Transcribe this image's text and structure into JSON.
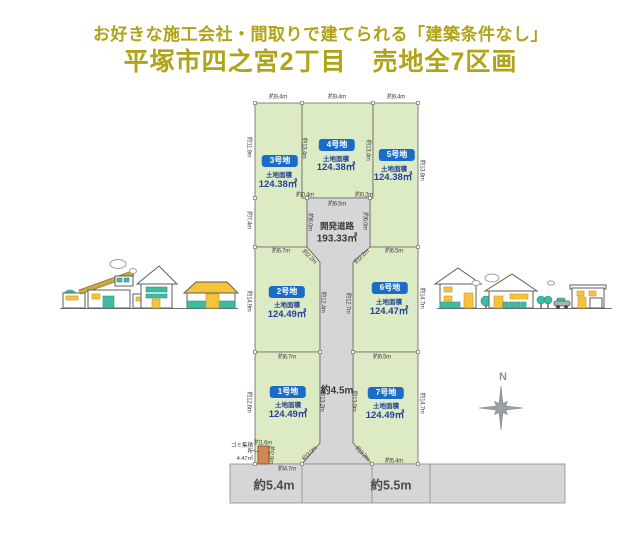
{
  "header": {
    "subtitle": "お好きな施工会社・間取りで建てられる「建築条件なし」",
    "title": "平塚市四之宮2丁目　売地全7区画",
    "accent_color": "#b1a317"
  },
  "plan": {
    "plots": [
      {
        "no": "1号地",
        "area_caption": "土地面積",
        "area": "124.49㎡"
      },
      {
        "no": "2号地",
        "area_caption": "土地面積",
        "area": "124.49㎡"
      },
      {
        "no": "3号地",
        "area_caption": "土地面積",
        "area": "124.38㎡"
      },
      {
        "no": "4号地",
        "area_caption": "土地面積",
        "area": "124.38㎡"
      },
      {
        "no": "5号地",
        "area_caption": "土地面積",
        "area": "124.38㎡"
      },
      {
        "no": "6号地",
        "area_caption": "土地面積",
        "area": "124.47㎡"
      },
      {
        "no": "7号地",
        "area_caption": "土地面積",
        "area": "124.49㎡"
      }
    ],
    "road": {
      "name": "開発道路",
      "area": "193.33㎡",
      "width": "約4.5m"
    },
    "front_road": {
      "left": "約5.4m",
      "right": "約5.5m"
    },
    "garbage": {
      "name": "ゴミ集積所",
      "area": "4.47㎡",
      "w": "約1.6m",
      "d": "約2.8m"
    },
    "compass": {
      "label": "N"
    },
    "colors": {
      "plot_fill": "#dcebc3",
      "road_fill": "#d6d6d9",
      "badge": "#1a6cc7",
      "area_text": "#24429b"
    },
    "dims": {
      "top3": "約9.4m",
      "top4": "約9.4m",
      "top5": "約9.4m",
      "l3": "約11.9m",
      "lroad": "約7.4m",
      "l2": "約14.9m",
      "l1": "約12.6m",
      "r5": "約13.8m",
      "r6": "約14.7m",
      "r7": "約14.7m",
      "p4l": "約13.4m",
      "p4r": "約13.4m",
      "off_l": "約0.4m",
      "off_r": "約0.2m",
      "road_top": "約6.5m",
      "road_l": "約6.0m",
      "road_r": "約6.0m",
      "ch_tl": "約2.2m",
      "ch_tr": "約2.2m",
      "w2": "約6.7m",
      "w6": "約6.5m",
      "w1": "約6.7m",
      "w7": "約6.5m",
      "road_ml": "約12.4m",
      "road_mr": "約12.7m",
      "road_bl": "約13.2m",
      "road_br": "約13.0m",
      "ch_bl": "約3.0m",
      "ch_br": "約3.2m",
      "b1": "約4.7m",
      "b7": "約5.4m"
    }
  }
}
